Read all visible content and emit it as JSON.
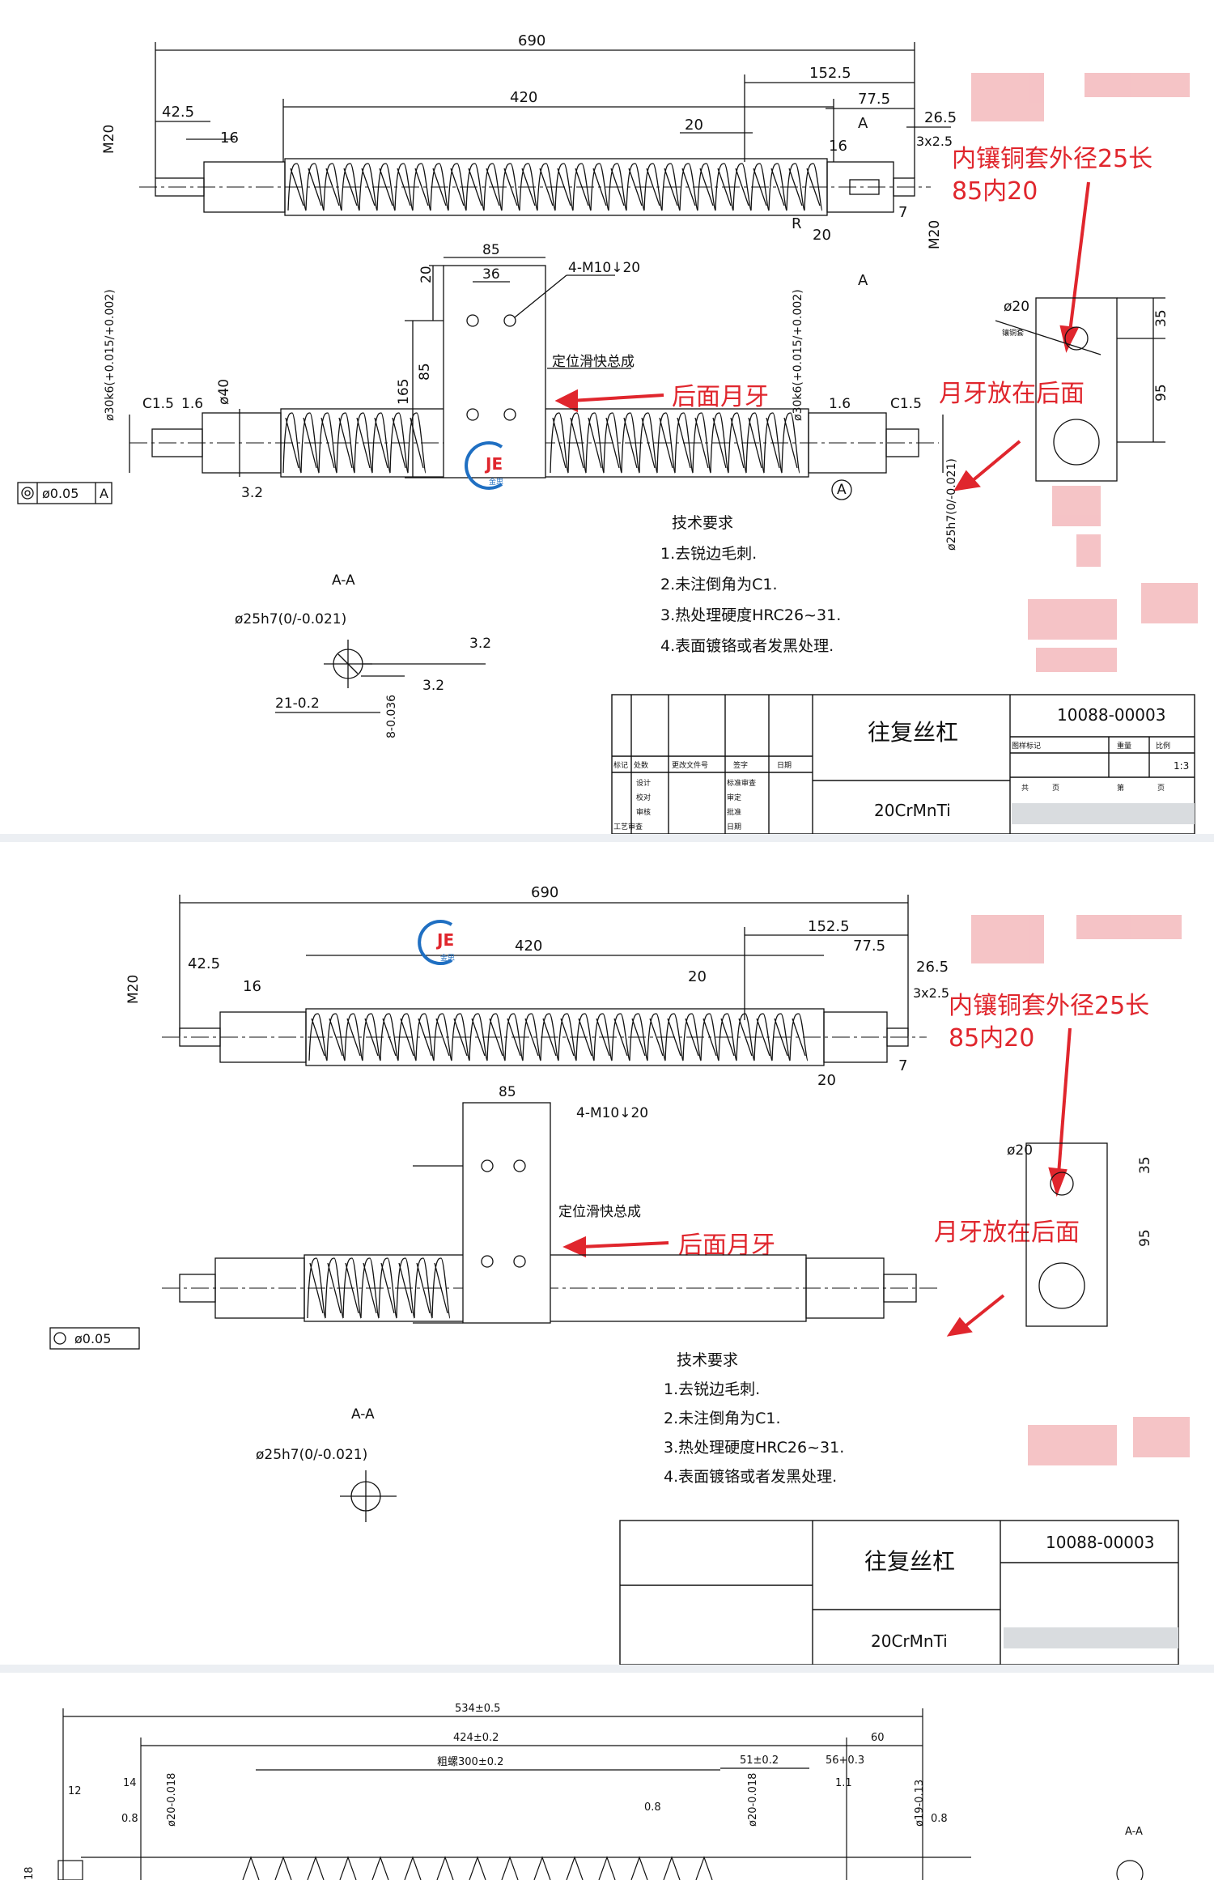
{
  "drawing": {
    "overall_length": "690",
    "thread_length": "420",
    "right_total": "152.5",
    "right_mid": "77.5",
    "right_end": "26.5",
    "groove": "3x2.5",
    "left_end": "42.5",
    "left_step": "16",
    "mid_small": "20",
    "r_small": "16",
    "seven": "7",
    "radius_label": "R",
    "radius_value": "20",
    "section_mark": "A",
    "m20": "M20",
    "rough": "3.2",
    "rough_b": "1.6",
    "block_width": "85",
    "hole_spacing": "36",
    "holes": "4-M10↓20",
    "block_top": "20",
    "block_h85": "85",
    "block_h165": "165",
    "slider_label": "定位滑快总成",
    "dia_left": "ø30k6(+0.015/+0.002)",
    "dia_right": "ø30k6(+0.015/+0.002)",
    "chamfer": "C1.5",
    "dia40": "ø40",
    "tolerance_box": "ø0.05",
    "datum": "A",
    "dia25": "ø25h7(0/-0.021)",
    "section_title": "A-A",
    "key_a": "21-0.2",
    "key_b": "8-0.036",
    "tech_title": "技术要求",
    "tech": [
      "1.去锐边毛刺.",
      "2.未注倒角为C1.",
      "3.热处理硬度HRC26~31.",
      "4.表面镀铬或者发黑处理."
    ],
    "part_name": "往复丝杠",
    "part_no": "10088-00003",
    "material": "20CrMnTi",
    "scale": "1:3",
    "tb_labels": [
      "标记",
      "处数",
      "更改文件号",
      "签字",
      "日期",
      "设计",
      "校对",
      "审核",
      "标准审查",
      "审定",
      "批准",
      "工艺审查",
      "日期"
    ],
    "tb_right": [
      "图样标记",
      "重量",
      "比例",
      "共",
      "页",
      "第",
      "页"
    ],
    "side_dia": "ø20",
    "side_35": "35",
    "side_95": "95",
    "side_note": "镶铜套",
    "logo": "JE",
    "logo_sub": "金思"
  },
  "annotations": {
    "copper": "内镶铜套外径25长",
    "copper2": "85内20",
    "rear_thread": "后面月牙",
    "put_back": "月牙放在后面",
    "color_red": "#e0262d"
  },
  "bottom": {
    "total": "534±0.5",
    "d1": "424±0.2",
    "d2": "60",
    "thread": "粗螺300±0.2",
    "d3": "51±0.2",
    "d4": "56+0.3",
    "d5": "12",
    "d6": "14",
    "d7": "1.1",
    "r1": "0.8",
    "dia1": "ø20-0.018",
    "dia2": "ø20-0.018",
    "dia3": "ø19-0.13",
    "section": "A-A",
    "eighteen": "18"
  }
}
